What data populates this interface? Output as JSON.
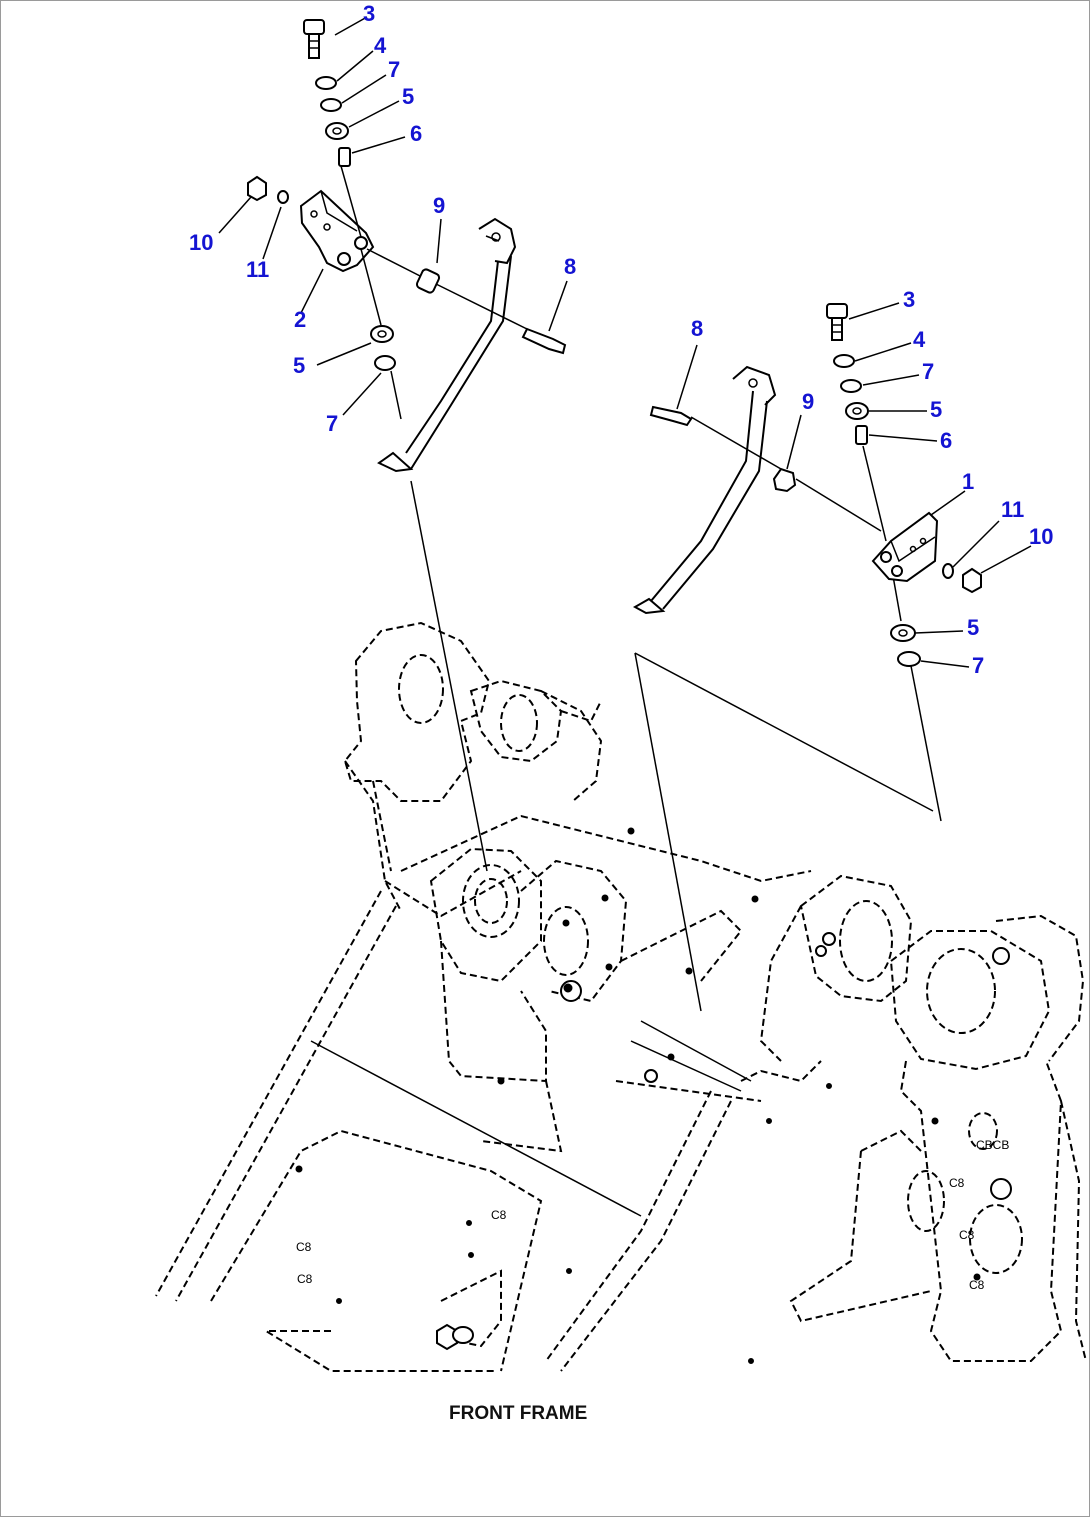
{
  "diagram": {
    "caption": "FRONT FRAME",
    "callouts": {
      "upper_left": {
        "bolt": "3",
        "spring_washer": "4",
        "washer_top": "7",
        "cushion_top": "5",
        "collar": "6",
        "nut": "10",
        "lock_washer": "11",
        "bracket": "2",
        "clamp": "9",
        "connector": "8",
        "cushion_bottom": "5",
        "washer_bottom": "7"
      },
      "lower_right": {
        "bolt": "3",
        "spring_washer": "4",
        "washer_top": "7",
        "cushion_top": "5",
        "collar": "6",
        "bracket": "1",
        "lock_washer": "11",
        "nut": "10",
        "clamp": "9",
        "connector": "8",
        "cushion_bottom": "5",
        "washer_bottom": "7"
      }
    },
    "colors": {
      "callout": "#1414d2",
      "line": "#000000",
      "background": "#ffffff"
    }
  }
}
